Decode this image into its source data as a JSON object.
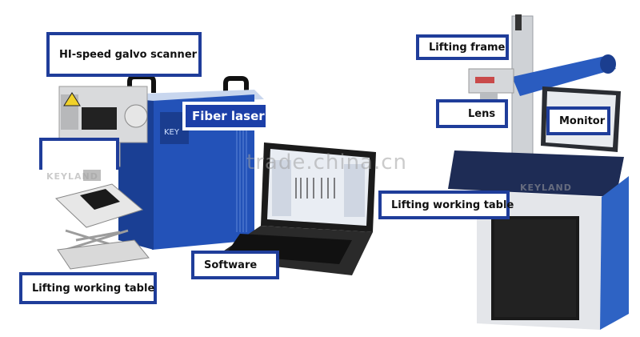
{
  "labels": {
    "galvo": "HI-speed galvo scanner",
    "fiber": "Fiber laser",
    "software": "Software",
    "lifting_left": "Lifting working table",
    "lifting_frame": "Lifting frame",
    "lens": "Lens",
    "monitor": "Monitor",
    "lifting_right": "Lifting working table"
  },
  "watermarks": {
    "site": "trade.china.cn",
    "brand_left": "KEYLAND",
    "brand_right": "KEYLAND"
  },
  "colors": {
    "machine_blue": "#1f4fb8",
    "callout_border": "#1f3d9a",
    "laptop_black": "#1b1b1b",
    "cabinet_blue": "#2e63c4"
  }
}
